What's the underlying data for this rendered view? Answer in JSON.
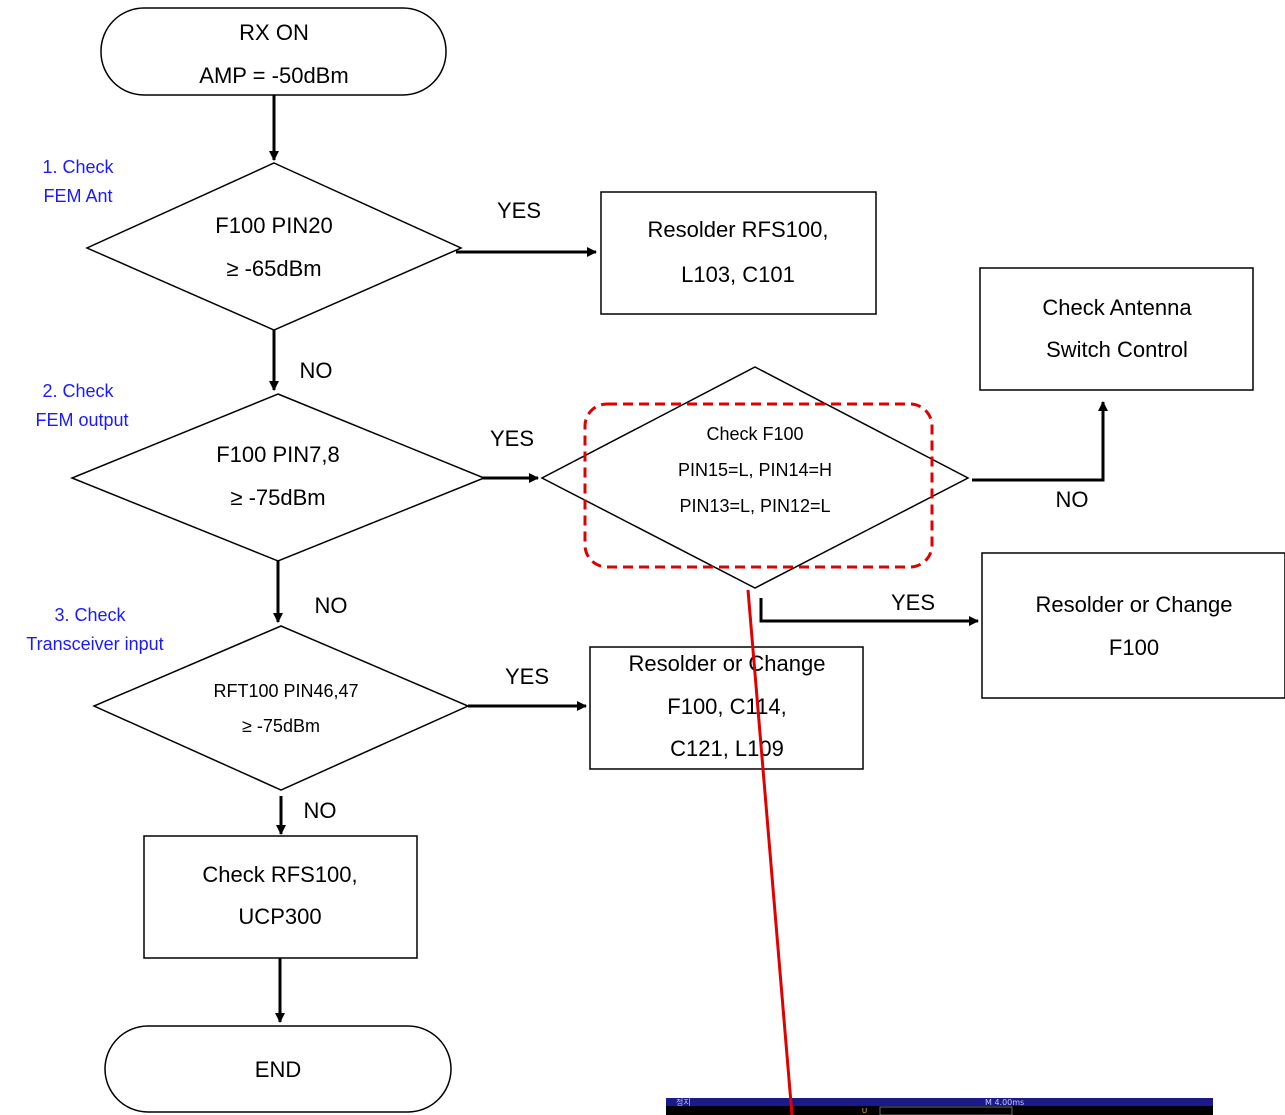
{
  "start": {
    "line1": "RX  ON",
    "line2": "AMP  =  -50dBm"
  },
  "steps": [
    {
      "label_line1": "1.  Check",
      "label_line2": "FEM  Ant",
      "cond_line1": "F100  PIN20",
      "cond_line2": "≥  -65dBm",
      "yes": "YES",
      "no": "NO",
      "action_line1": "Resolder  RFS100,",
      "action_line2": "L103,  C101"
    },
    {
      "label_line1": "2.  Check",
      "label_line2": "FEM  output",
      "cond_line1": "F100  PIN7,8",
      "cond_line2": "≥  -75dBm",
      "yes": "YES",
      "no": "NO"
    },
    {
      "label_line1": "3.  Check",
      "label_line2": "Transceiver  input",
      "cond_line1": "RFT100  PIN46,47",
      "cond_line2": "≥  -75dBm",
      "yes": "YES",
      "no": "NO",
      "action_line1": "Resolder  or  Change",
      "action_line2": "F100,  C114,",
      "action_line3": "C121,  L109"
    }
  ],
  "check_f100": {
    "line1": "Check  F100",
    "line2": "PIN15=L,  PIN14=H",
    "line3": "PIN13=L,  PIN12=L",
    "yes": "YES",
    "no": "NO",
    "no_action_line1": "Check  Antenna",
    "no_action_line2": "Switch  Control",
    "yes_action_line1": "Resolder  or  Change",
    "yes_action_line2": "F100"
  },
  "final_action": {
    "line1": "Check  RFS100,",
    "line2": "UCP300"
  },
  "end": "END",
  "scope_screen": {
    "status": "정지",
    "timebase": "M 4.00ms",
    "marker": "U"
  },
  "colors": {
    "highlight": "#e00000",
    "label_blue": "#1a1aff",
    "scope_bg": "#000000",
    "scope_bar": "#1a1a8c"
  }
}
